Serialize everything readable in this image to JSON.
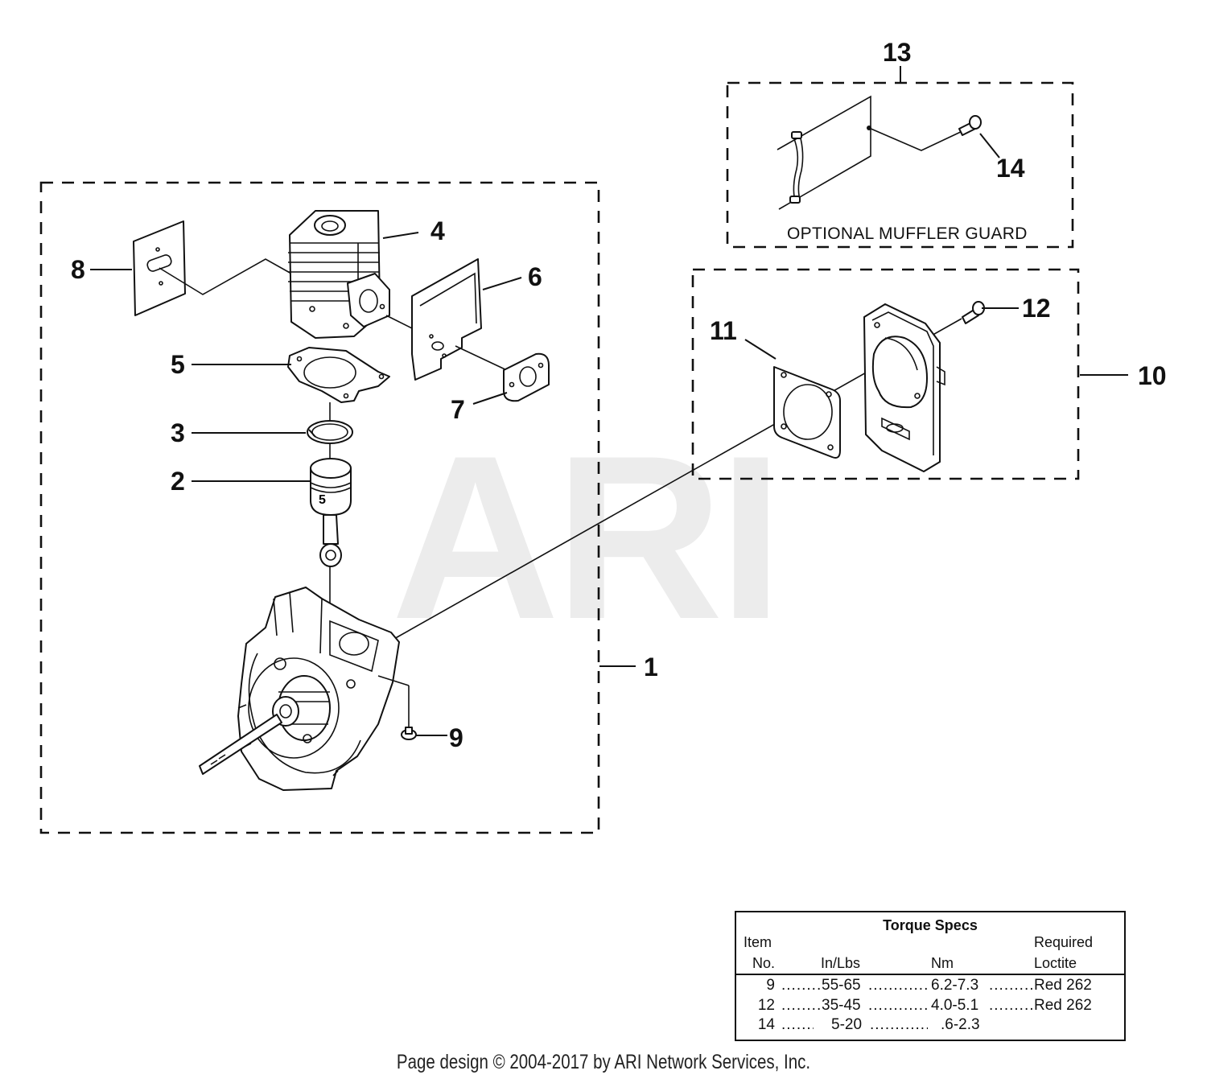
{
  "watermark": "ARI",
  "callouts": {
    "c1": "1",
    "c2": "2",
    "c3": "3",
    "c4": "4",
    "c5": "5",
    "c6": "6",
    "c7": "7",
    "c8": "8",
    "c9": "9",
    "c10": "10",
    "c11": "11",
    "c12": "12",
    "c13": "13",
    "c14": "14"
  },
  "muffler_guard_label": "OPTIONAL MUFFLER GUARD",
  "torque_specs": {
    "title": "Torque Specs",
    "headers": {
      "item_line1": "Item",
      "item_line2": "No.",
      "inlbs": "In/Lbs",
      "nm": "Nm",
      "loctite_line1": "Required",
      "loctite_line2": "Loctite"
    },
    "rows": [
      {
        "item": "9",
        "inlbs": "55-65",
        "nm": "6.2-7.3",
        "loctite": "Red 262"
      },
      {
        "item": "12",
        "inlbs": "35-45",
        "nm": "4.0-5.1",
        "loctite": "Red 262"
      },
      {
        "item": "14",
        "inlbs": "5-20",
        "nm": ".6-2.3",
        "loctite": ""
      }
    ]
  },
  "credit": "Page design © 2004-2017 by ARI Network Services, Inc."
}
